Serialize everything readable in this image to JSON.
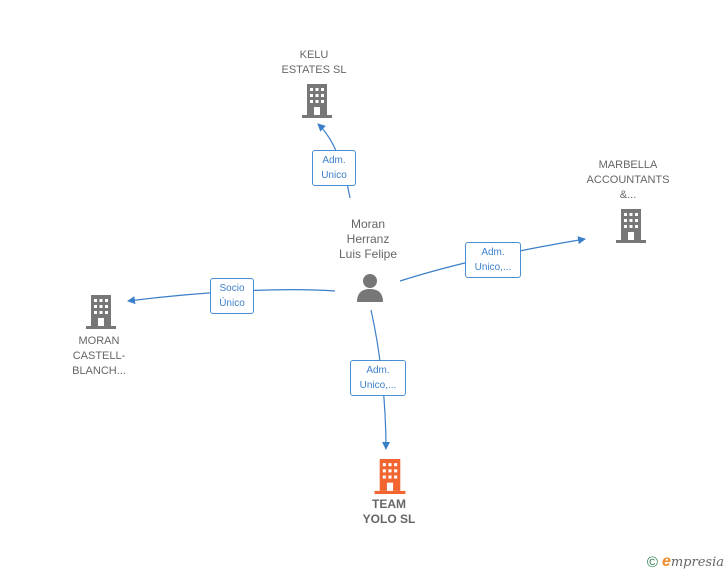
{
  "colors": {
    "edge": "#3c7fc9",
    "building": "#777777",
    "building_highlight": "#f26531",
    "person": "#777777"
  },
  "person": {
    "name_lines": [
      "Moran",
      "Herranz",
      "Luis Felipe"
    ],
    "icon": "person-icon"
  },
  "companies": {
    "kelu": {
      "lines": [
        "KELU",
        "ESTATES  SL"
      ],
      "icon": "building-icon"
    },
    "marbella": {
      "lines": [
        "MARBELLA",
        "ACCOUNTANTS",
        "&..."
      ],
      "icon": "building-icon"
    },
    "moran": {
      "lines": [
        "MORAN",
        "CASTELL-",
        "BLANCH..."
      ],
      "icon": "building-icon"
    },
    "team": {
      "lines": [
        "TEAM",
        "YOLO  SL"
      ],
      "icon": "building-icon-highlighted"
    }
  },
  "relations": {
    "kelu": [
      "Adm.",
      "Unico"
    ],
    "marbella": [
      "Adm.",
      "Unico,..."
    ],
    "moran": [
      "Socio",
      "Único"
    ],
    "team": [
      "Adm.",
      "Unico,..."
    ]
  },
  "footer": {
    "copyright_symbol": "©",
    "brand_initial": "e",
    "brand_rest": "mpresia"
  }
}
